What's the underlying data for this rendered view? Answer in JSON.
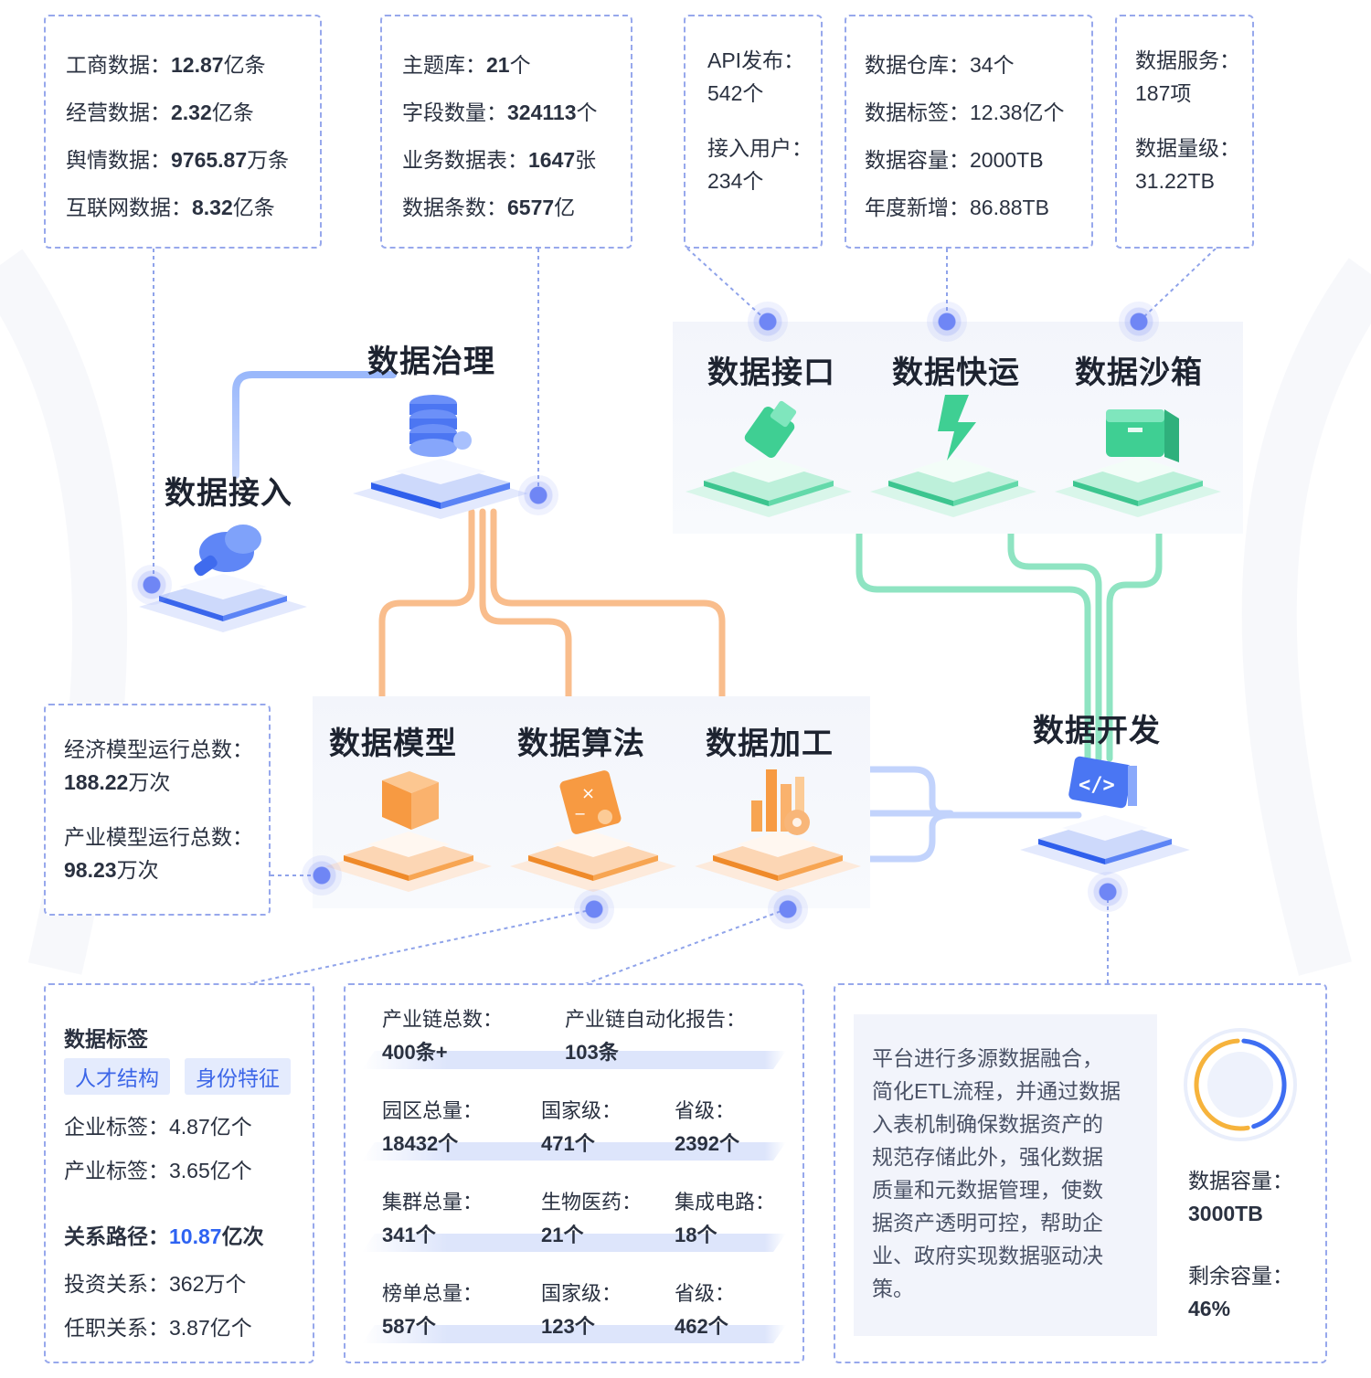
{
  "source_box": {
    "lines": [
      {
        "label": "工商数据：",
        "value": "12.87",
        "unit": "亿条"
      },
      {
        "label": "经营数据：",
        "value": "2.32",
        "unit": "亿条"
      },
      {
        "label": "舆情数据：",
        "value": "9765.87",
        "unit": "万条"
      },
      {
        "label": "互联网数据：",
        "value": "8.32",
        "unit": "亿条"
      }
    ]
  },
  "governance_box": {
    "lines": [
      {
        "label": "主题库：",
        "value": "21",
        "unit": "个"
      },
      {
        "label": "字段数量：",
        "value": "324113",
        "unit": "个"
      },
      {
        "label": "业务数据表：",
        "value": "1647",
        "unit": "张"
      },
      {
        "label": "数据条数：",
        "value": "6577",
        "unit": "亿"
      }
    ]
  },
  "api_box": {
    "l1": "API发布：",
    "v1": "542个",
    "l2": "接入用户：",
    "v2": "234个"
  },
  "warehouse_box": {
    "lines": [
      {
        "label": "数据仓库：",
        "value": "34个"
      },
      {
        "label": "数据标签：",
        "value": "12.38亿个"
      },
      {
        "label": "数据容量：",
        "value": "2000TB"
      },
      {
        "label": "年度新增：",
        "value": "86.88TB"
      }
    ]
  },
  "service_box": {
    "l1": "数据服务：",
    "v1": "187项",
    "l2": "数据量级：",
    "v2": "31.22TB"
  },
  "nodes": {
    "access": "数据接入",
    "governance": "数据治理",
    "interface": "数据接口",
    "express": "数据快运",
    "sandbox": "数据沙箱",
    "model": "数据模型",
    "algorithm": "数据算法",
    "processing": "数据加工",
    "development": "数据开发"
  },
  "model_box": {
    "l1": "经济模型运行总数：",
    "v1": "188.22",
    "u1": "万次",
    "l2": "产业模型运行总数：",
    "v2": "98.23",
    "u2": "万次"
  },
  "tag_box": {
    "title": "数据标签",
    "tags": [
      "人才结构",
      "身份特征"
    ],
    "enterprise": {
      "label": "企业标签：",
      "value": "4.87亿个"
    },
    "industry": {
      "label": "产业标签：",
      "value": "3.65亿个"
    },
    "path": {
      "label": "关系路径：",
      "value": "10.87",
      "unit": "亿次"
    },
    "invest": {
      "label": "投资关系：",
      "value": "362万个"
    },
    "job": {
      "label": "任职关系：",
      "value": "3.87亿个"
    }
  },
  "chain_box": {
    "r1": [
      {
        "label": "产业链总数：",
        "value": "400条+"
      },
      {
        "label": "产业链自动化报告：",
        "value": "103条"
      }
    ],
    "r2": [
      {
        "label": "园区总量：",
        "value": "18432个"
      },
      {
        "label": "国家级：",
        "value": "471个"
      },
      {
        "label": "省级：",
        "value": "2392个"
      }
    ],
    "r3": [
      {
        "label": "集群总量：",
        "value": "341个"
      },
      {
        "label": "生物医药：",
        "value": "21个"
      },
      {
        "label": "集成电路：",
        "value": "18个"
      }
    ],
    "r4": [
      {
        "label": "榜单总量：",
        "value": "587个"
      },
      {
        "label": "国家级：",
        "value": "123个"
      },
      {
        "label": "省级：",
        "value": "462个"
      }
    ]
  },
  "platform_box": {
    "desc_lines": [
      "平台进行多源数据融合，",
      "简化ETL流程，并通过数据",
      "入表机制确保数据资产的",
      "规范存储此外，强化数据",
      "质量和元数据管理，使数",
      "据资产透明可控，帮助企",
      "业、政府实现数据驱动决",
      "策。"
    ],
    "capacity_label": "数据容量：",
    "capacity_value": "3000TB",
    "remain_label": "剩余容量：",
    "remain_value": "46%",
    "remain_fraction": 0.46
  },
  "colors": {
    "blue": "#3d6cf0",
    "green": "#35d39a",
    "orange": "#f8a25a",
    "accent_text": "#2e63f2",
    "ring_blue": "#3e6ef2",
    "ring_orange": "#f6b33c"
  }
}
